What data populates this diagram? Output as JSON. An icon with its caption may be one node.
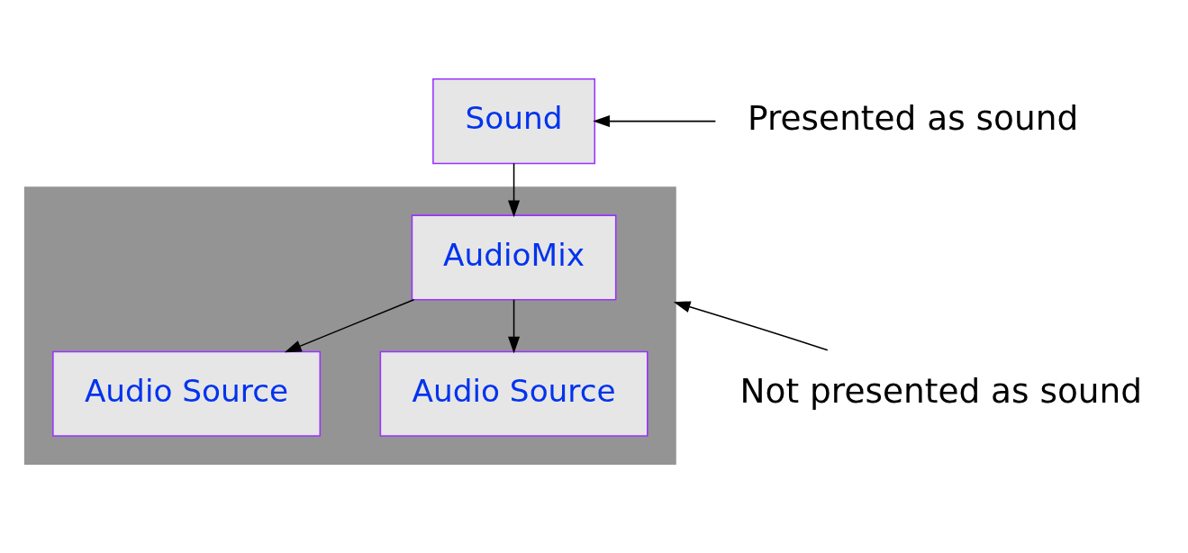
{
  "diagram": {
    "nodes": [
      {
        "text": [
          "Sound"
        ]
      },
      {
        "text": [
          "Presented as sound"
        ]
      },
      {
        "text": [],
        "shape": "box"
      },
      {
        "text": [
          "AudioMix"
        ],
        "in": 2
      },
      {
        "text": [
          "Audio Source"
        ],
        "in": 2
      },
      {
        "text": [
          "Audio Source"
        ],
        "in": 2
      },
      {
        "text": [
          "Not presented as sound"
        ]
      }
    ],
    "edges": [
      {
        "from": 1,
        "to": 0,
        "arrow": "to"
      },
      {
        "from": 0,
        "to": 3,
        "arrow": "to"
      },
      {
        "from": 3,
        "to": 4,
        "arrow": "to"
      },
      {
        "from": 3,
        "to": 5,
        "arrow": "to"
      },
      {
        "from": 6,
        "to": 2,
        "arrow": "to"
      }
    ]
  }
}
